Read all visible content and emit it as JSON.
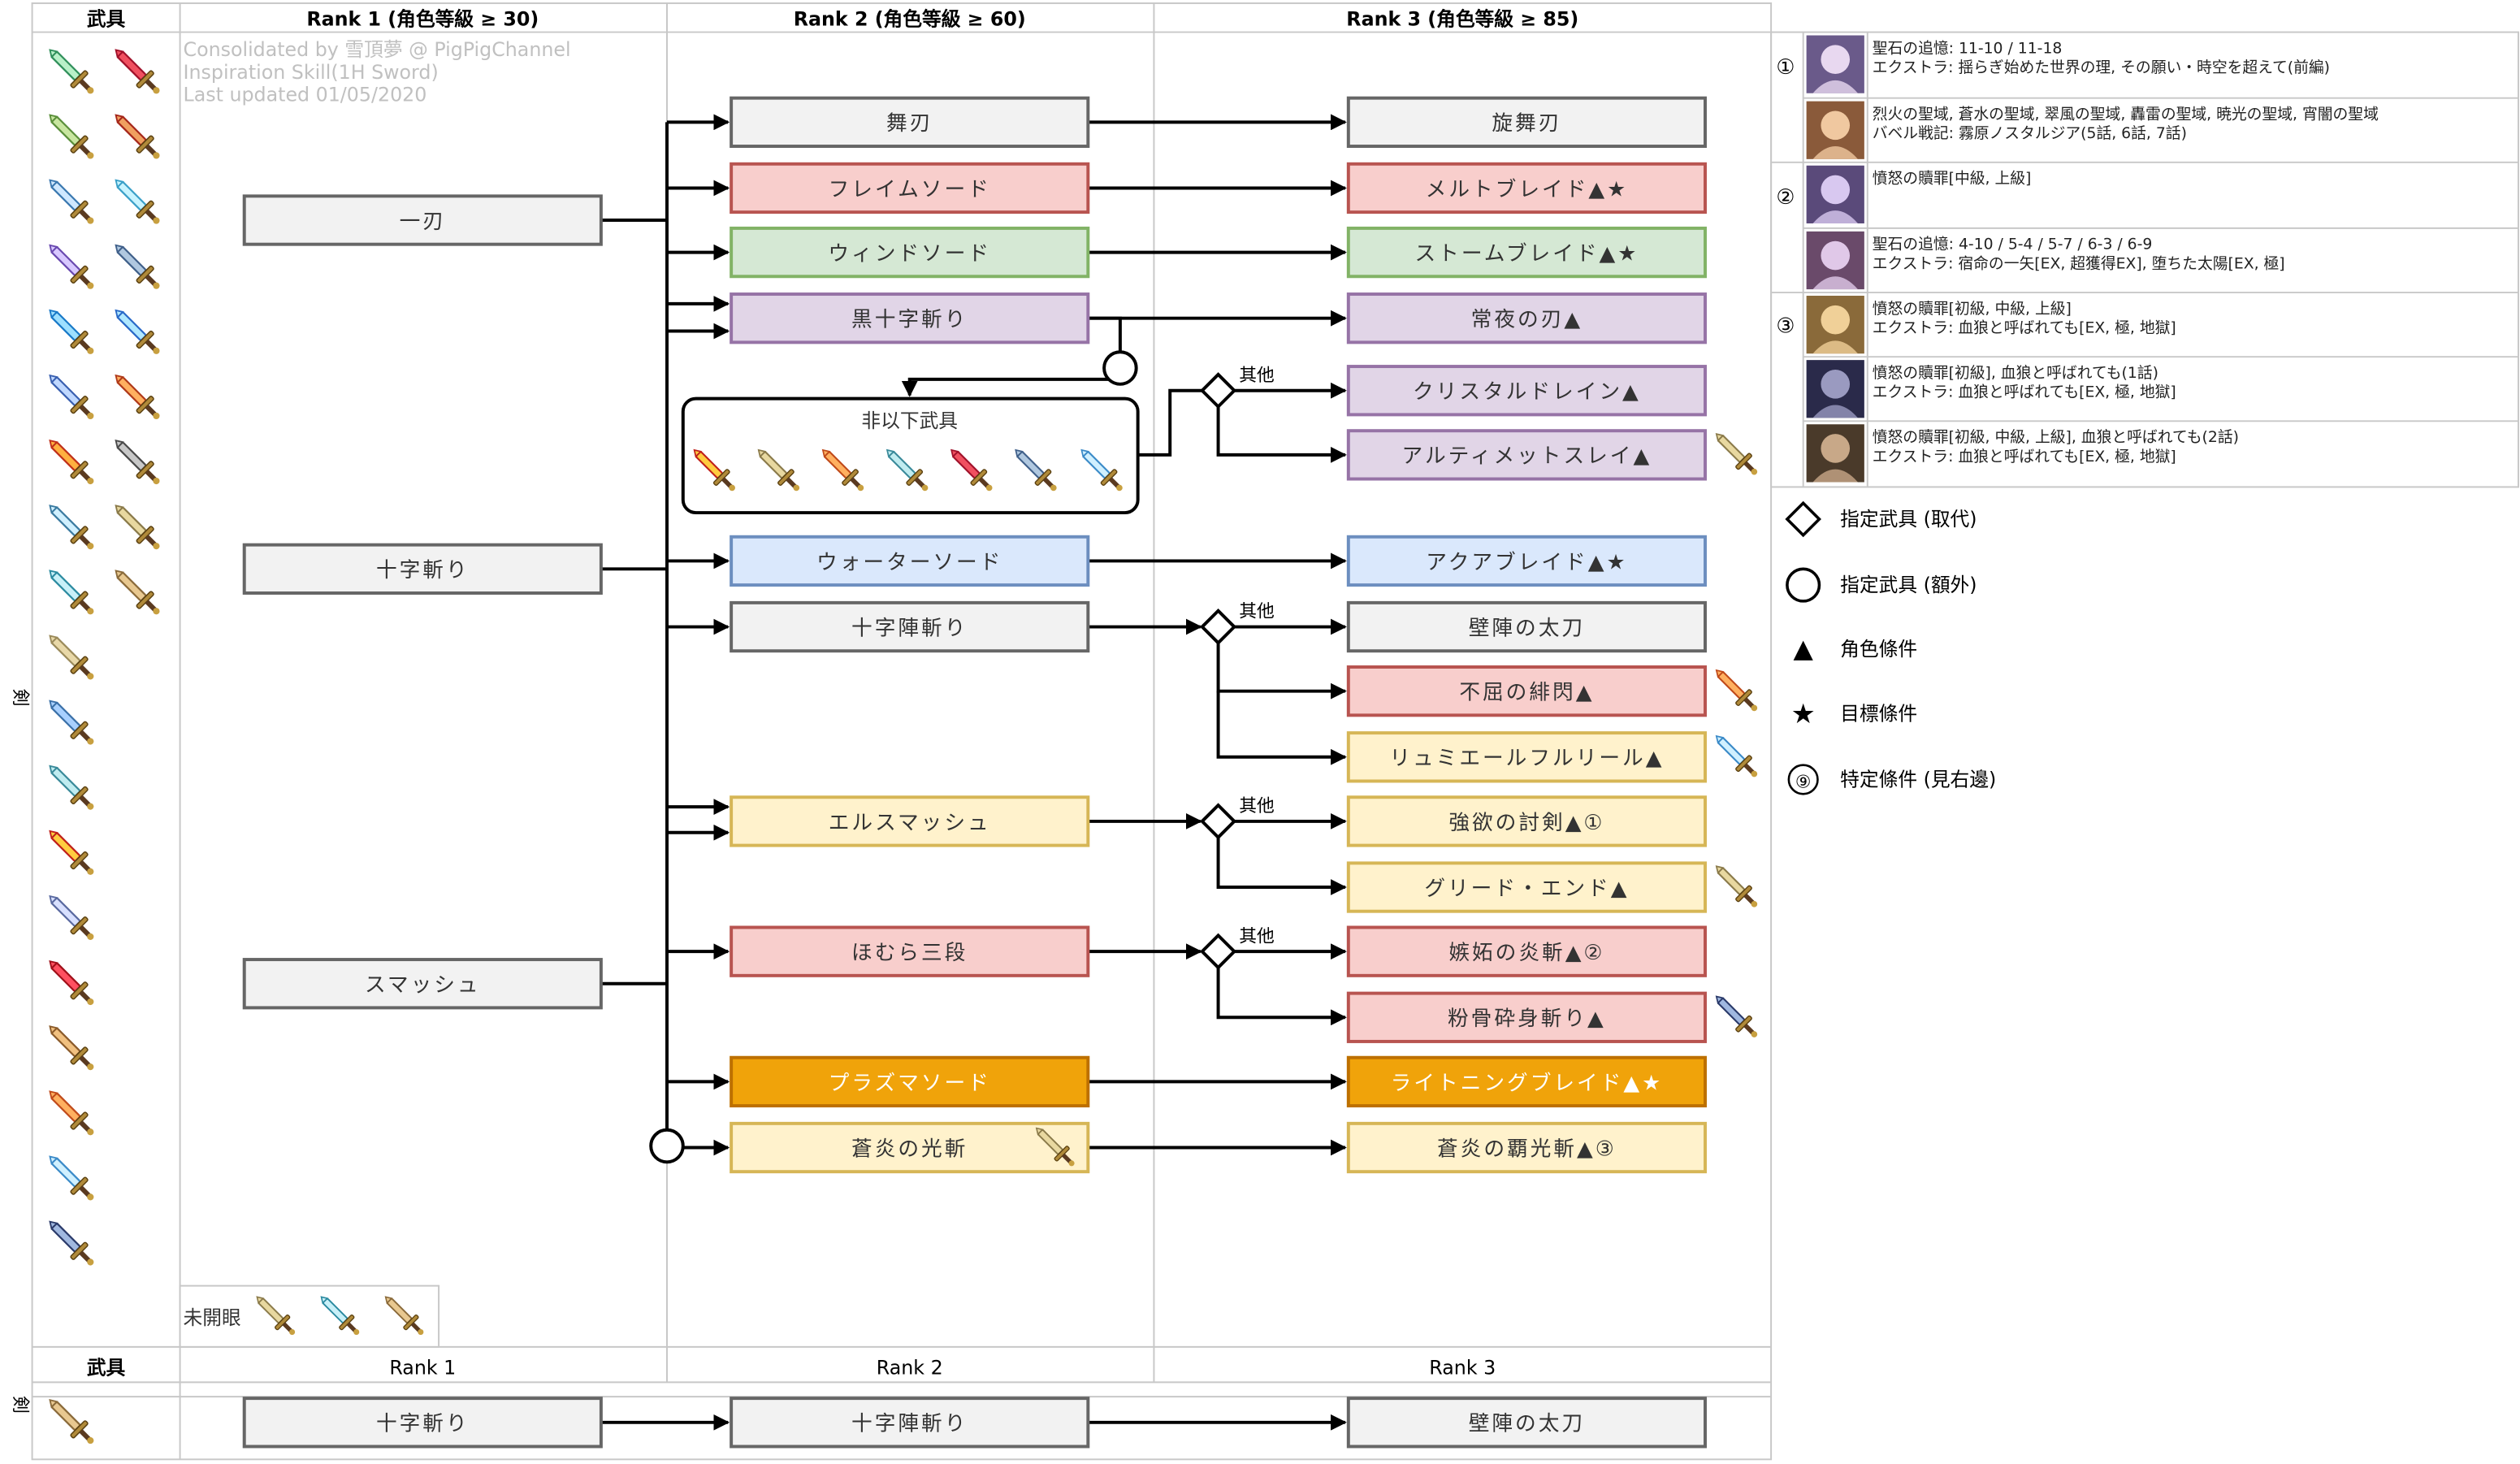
{
  "header": {
    "weapon": "武具",
    "rank1": "Rank 1 (角色等級 ≥ 30)",
    "rank2": "Rank 2 (角色等級 ≥ 60)",
    "rank3": "Rank 3 (角色等級 ≥ 85)"
  },
  "bottom_header": {
    "weapon": "武具",
    "rank1": "Rank 1",
    "rank2": "Rank 2",
    "rank3": "Rank 3"
  },
  "side_label": "剣",
  "bottom_side_label": "剣",
  "credit": {
    "line1": "Consolidated by 雪頂夢 @ PigPigChannel",
    "line2": "Inspiration Skill(1H Sword)",
    "line3": "Last updated 01/05/2020"
  },
  "unopened_label": "未開眼",
  "except_label": "非以下武具",
  "other_label": "其他",
  "rank1_skills": {
    "ichijin": "一刃",
    "jujigiri": "十字斬り",
    "smash": "スマッシュ"
  },
  "rank2_skills": {
    "mai": "舞刃",
    "flame": "フレイムソード",
    "wind": "ウィンドソード",
    "kurojuji": "黒十字斬り",
    "water": "ウォーターソード",
    "jujijin": "十字陣斬り",
    "elsmash": "エルスマッシュ",
    "homura": "ほむら三段",
    "plasma": "プラズマソード",
    "souen": "蒼炎の光斬"
  },
  "rank3_skills": {
    "senbu": "旋舞刃",
    "melt": "メルトブレイド▲★",
    "storm": "ストームブレイド▲★",
    "tokoyo": "常夜の刃▲",
    "crystal": "クリスタルドレイン▲",
    "ultimate": "アルティメットスレイ▲",
    "aqua": "アクアブレイド▲★",
    "hekijin": "壁陣の太刀",
    "fukutsu": "不屈の緋閃▲",
    "rumi": "リュミエールフルリール▲",
    "goyoku": "強欲の討剣▲①",
    "greed": "グリード・エンド▲",
    "shitto": "嫉妬の炎斬▲②",
    "funkotsu": "粉骨砕身斬り▲",
    "lightning": "ライトニングブレイド▲★",
    "souenhakou": "蒼炎の覇光斬▲③"
  },
  "bottom_row": {
    "r1": "十字斬り",
    "r2": "十字陣斬り",
    "r3": "壁陣の太刀"
  },
  "conditions": [
    {
      "num": "①",
      "line1": "聖石の追憶: 11-10 / 11-18",
      "line2": "エクストラ: 揺らぎ始めた世界の理, その願い・時空を超えて(前編)"
    },
    {
      "num": "",
      "line1": "烈火の聖域, 蒼水の聖域, 翠風の聖域, 轟雷の聖域, 暁光の聖域, 宵闇の聖域",
      "line2": "バベル戦記: 霧原ノスタルジア(5話, 6話, 7話)"
    },
    {
      "num": "②",
      "line1": "憤怒の贖罪[中級, 上級]",
      "line2": ""
    },
    {
      "num": "",
      "line1": "聖石の追憶: 4-10 / 5-4 / 5-7 / 6-3 / 6-9",
      "line2": "エクストラ: 宿命の一矢[EX, 超獲得EX], 堕ちた太陽[EX, 極]"
    },
    {
      "num": "③",
      "line1": "憤怒の贖罪[初級, 中級, 上級]",
      "line2": "エクストラ: 血狼と呼ばれても[EX, 極, 地獄]"
    },
    {
      "num": "",
      "line1": "憤怒の贖罪[初級], 血狼と呼ばれても(1話)",
      "line2": "エクストラ: 血狼と呼ばれても[EX, 極, 地獄]"
    },
    {
      "num": "",
      "line1": "憤怒の贖罪[初級, 中級, 上級], 血狼と呼ばれても(2話)",
      "line2": "エクストラ: 血狼と呼ばれても[EX, 極, 地獄]"
    }
  ],
  "legend": {
    "diamond": "指定武具 (取代)",
    "circle": "指定武具 (額外)",
    "triangle": "角色條件",
    "star": "目標條件",
    "special": "特定條件 (見右邊)",
    "special_num": "⑨"
  },
  "colors": {
    "grey": "#f2f2f2",
    "red": "#f8cecc",
    "green": "#d5e8d4",
    "purple": "#e1d5e7",
    "blue": "#dae8fc",
    "yellow": "#fff2cc",
    "orange": "#f0a30a"
  }
}
